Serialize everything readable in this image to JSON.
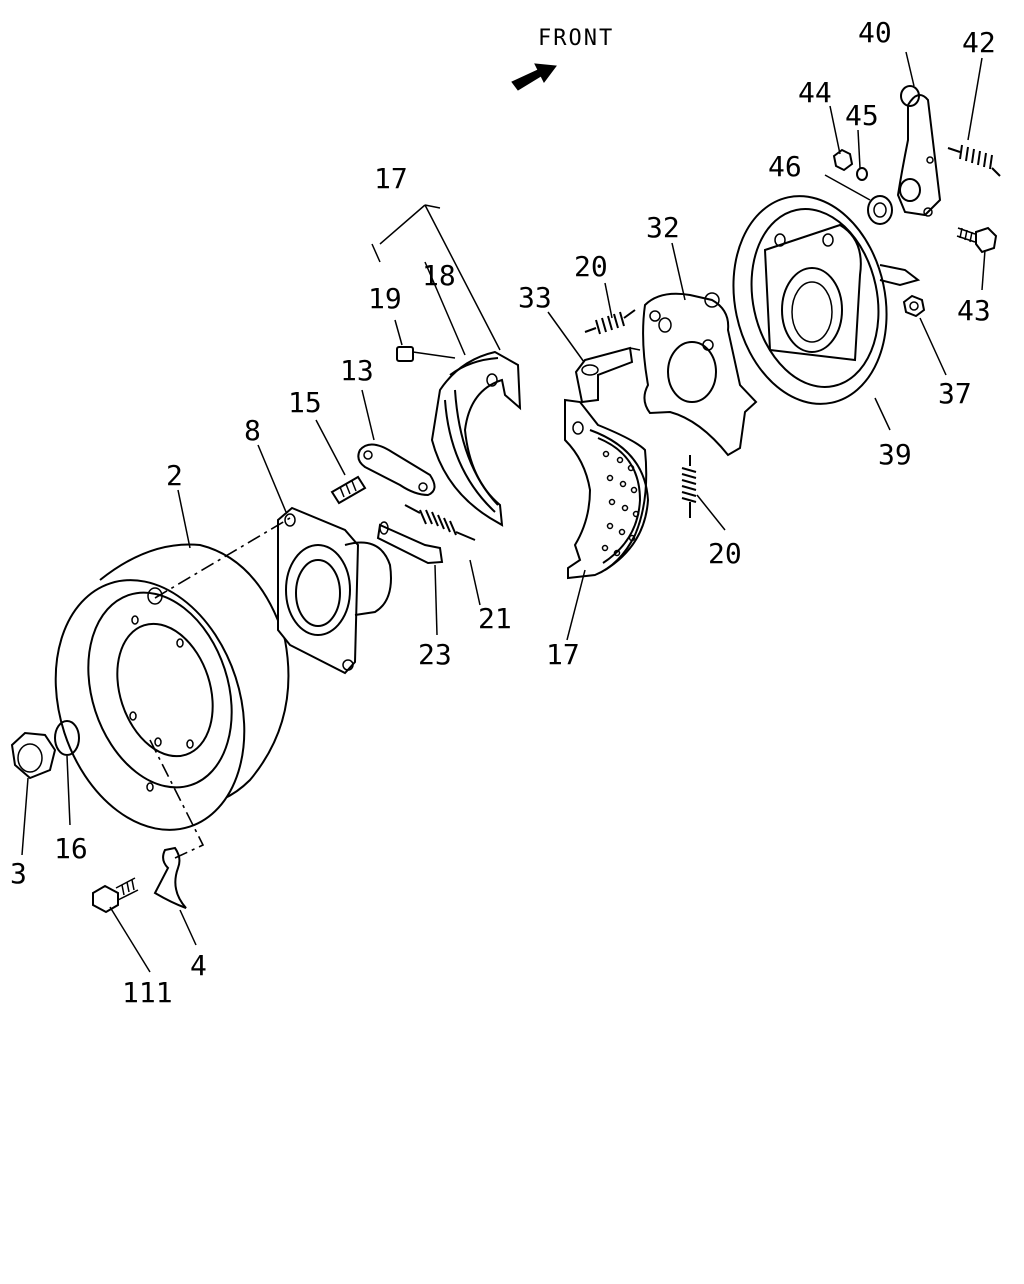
{
  "direction_label": "FRONT",
  "callouts": {
    "c40": "40",
    "c42": "42",
    "c44": "44",
    "c45": "45",
    "c46": "46",
    "c43": "43",
    "c37": "37",
    "c39": "39",
    "c32": "32",
    "c20a": "20",
    "c33": "33",
    "c17a": "17",
    "c18": "18",
    "c19": "19",
    "c13": "13",
    "c15": "15",
    "c8": "8",
    "c2": "2",
    "c21": "21",
    "c23": "23",
    "c17b": "17",
    "c20b": "20",
    "c3": "3",
    "c16": "16",
    "c4": "4",
    "c111": "111"
  }
}
